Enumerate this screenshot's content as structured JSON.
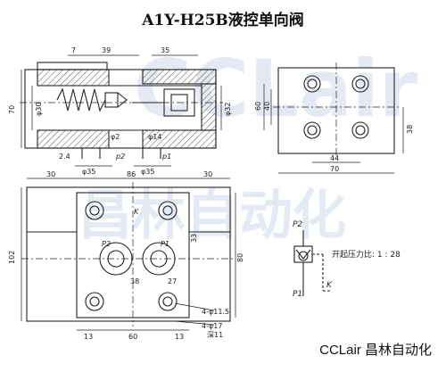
{
  "title": "A1Y-H25B液控单向阀",
  "brand_caption": "CCLair 昌林自动化",
  "watermark": {
    "main": "CCLair",
    "sub": "昌林自动化",
    "color": "#cfdaea"
  },
  "colors": {
    "ink": "#222222",
    "hatch": "#555555",
    "watermark": "#cfdaea"
  },
  "section_view": {
    "dims": [
      "7",
      "39",
      "35",
      "70",
      "φ30",
      "φ32",
      "2.4",
      "φ35",
      "φ35",
      "p1",
      "p2",
      "φ2",
      "φ14"
    ]
  },
  "side_view": {
    "dims": [
      "60",
      "40",
      "38",
      "44",
      "70"
    ]
  },
  "plan_view": {
    "dims": [
      "30",
      "86",
      "30",
      "102",
      "80",
      "33",
      "38",
      "27",
      "13",
      "60",
      "13",
      "4-φ11.5",
      "4-φ17",
      "深11"
    ],
    "labels": {
      "k": "K",
      "p2": "P2",
      "p1": "P1"
    }
  },
  "symbol": {
    "p2": "P2",
    "p1": "P1",
    "k": "K",
    "ratio_text": "开起压力比: 1 : 28"
  }
}
